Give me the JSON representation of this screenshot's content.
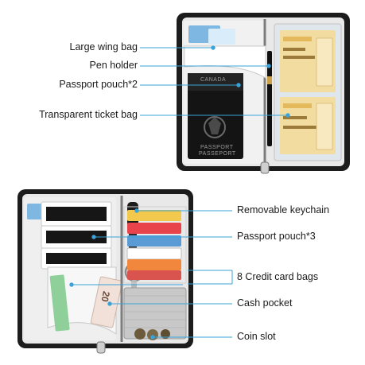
{
  "labels_top": [
    "Large wing bag",
    "Pen holder",
    "Passport pouch*2",
    "Transparent ticket bag"
  ],
  "labels_bottom": [
    "Removable keychain",
    "Passport pouch*3",
    "8 Credit card bags",
    "Cash pocket",
    "Coin slot"
  ],
  "passport": {
    "country": "CANADA",
    "caption_line1": "PASSPORT",
    "caption_line2": "PASSEPORT"
  },
  "banknote_value": "20",
  "colors": {
    "wallet_body": "#1c1c1c",
    "lining": "#e9e9ea",
    "pointer": "#3aa3d9",
    "passport": "#141414",
    "ticket": "#f3dca0"
  }
}
